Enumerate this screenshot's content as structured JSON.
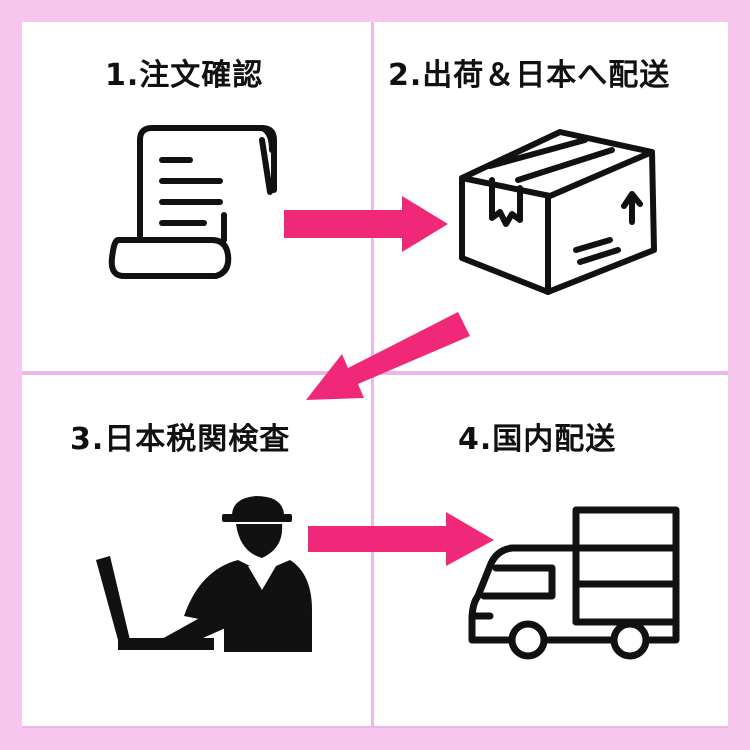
{
  "steps": [
    {
      "label": "1.注文確認",
      "icon": "receipt-icon"
    },
    {
      "label": "2.出荷＆日本へ配送",
      "icon": "box-icon"
    },
    {
      "label": "3.日本税関検査",
      "icon": "customs-officer-icon"
    },
    {
      "label": "4.国内配送",
      "icon": "truck-icon"
    }
  ],
  "colors": {
    "background": "#f7c6ef",
    "border": "#e9b8e4",
    "arrow": "#f0287a",
    "icon": "#111111"
  }
}
